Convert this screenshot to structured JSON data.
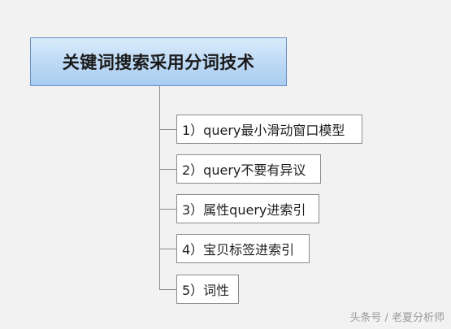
{
  "diagram": {
    "root": {
      "label": "关键词搜索采用分词技术"
    },
    "children": [
      {
        "label": "1）query最小滑动窗口模型"
      },
      {
        "label": "2）query不要有异议"
      },
      {
        "label": "3）属性query进索引"
      },
      {
        "label": "4）宝贝标签进索引"
      },
      {
        "label": "5）词性"
      }
    ],
    "colors": {
      "background": "#f2f2f2",
      "root_fill_top": "#d9ebfb",
      "root_fill_bottom": "#a9cdf1",
      "root_border": "#6b8fc4",
      "connector": "#8a8a8a",
      "child_fill": "#ffffff"
    }
  },
  "watermark": {
    "text": "头条号 / 老夏分析师"
  }
}
